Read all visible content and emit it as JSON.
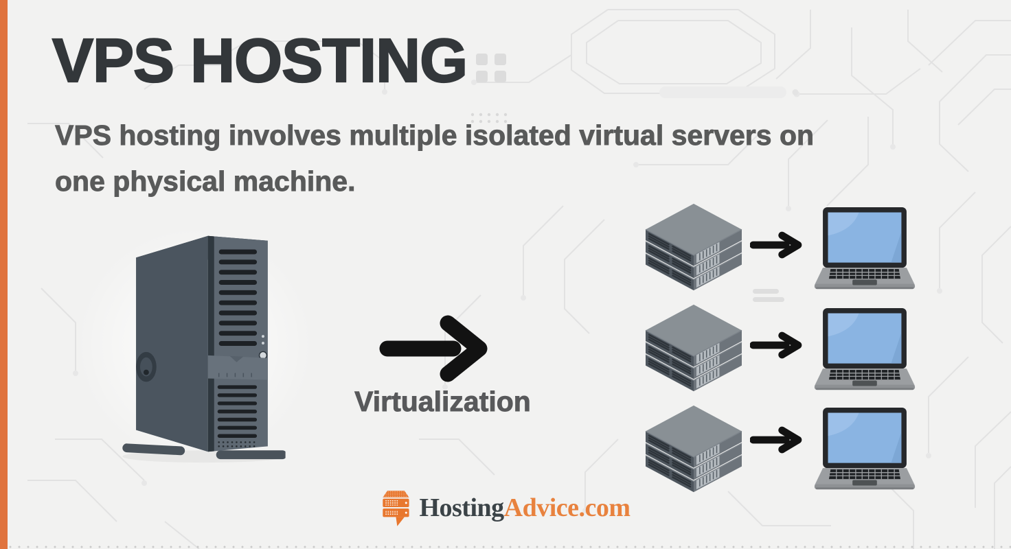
{
  "infographic": {
    "title": "VPS HOSTING",
    "subtitle_lines": [
      "VPS hosting involves multiple isolated virtual servers on",
      "one physical machine."
    ]
  },
  "diagram": {
    "source_icon": "tower-server-icon",
    "process_label": "Virtualization",
    "process_arrow_icon": "arrow-right-icon",
    "rows": [
      {
        "source_icon": "server-stack-icon",
        "arrow_icon": "arrow-right-icon",
        "target_icon": "laptop-icon"
      },
      {
        "source_icon": "server-stack-icon",
        "arrow_icon": "arrow-right-icon",
        "target_icon": "laptop-icon"
      },
      {
        "source_icon": "server-stack-icon",
        "arrow_icon": "arrow-right-icon",
        "target_icon": "laptop-icon"
      }
    ]
  },
  "footer": {
    "brand_icon": "server-speech-bubble-icon",
    "brand_text_dark": "Hosting",
    "brand_text_orange": "Advice.com"
  },
  "colors": {
    "background": "#f2f2f1",
    "accent_bar": "#e0733e",
    "title": "#33373a",
    "subtitle": "#595a5a",
    "virtualization_label": "#58595b",
    "arrow_black": "#121212",
    "brand_dark": "#3b4347",
    "brand_orange": "#e8823e",
    "logo_orange": "#e8772e",
    "laptop_screen_blue": "#8ab4e2",
    "server_gray": "#6d747b",
    "circuit_line": "#e2e2e2"
  }
}
